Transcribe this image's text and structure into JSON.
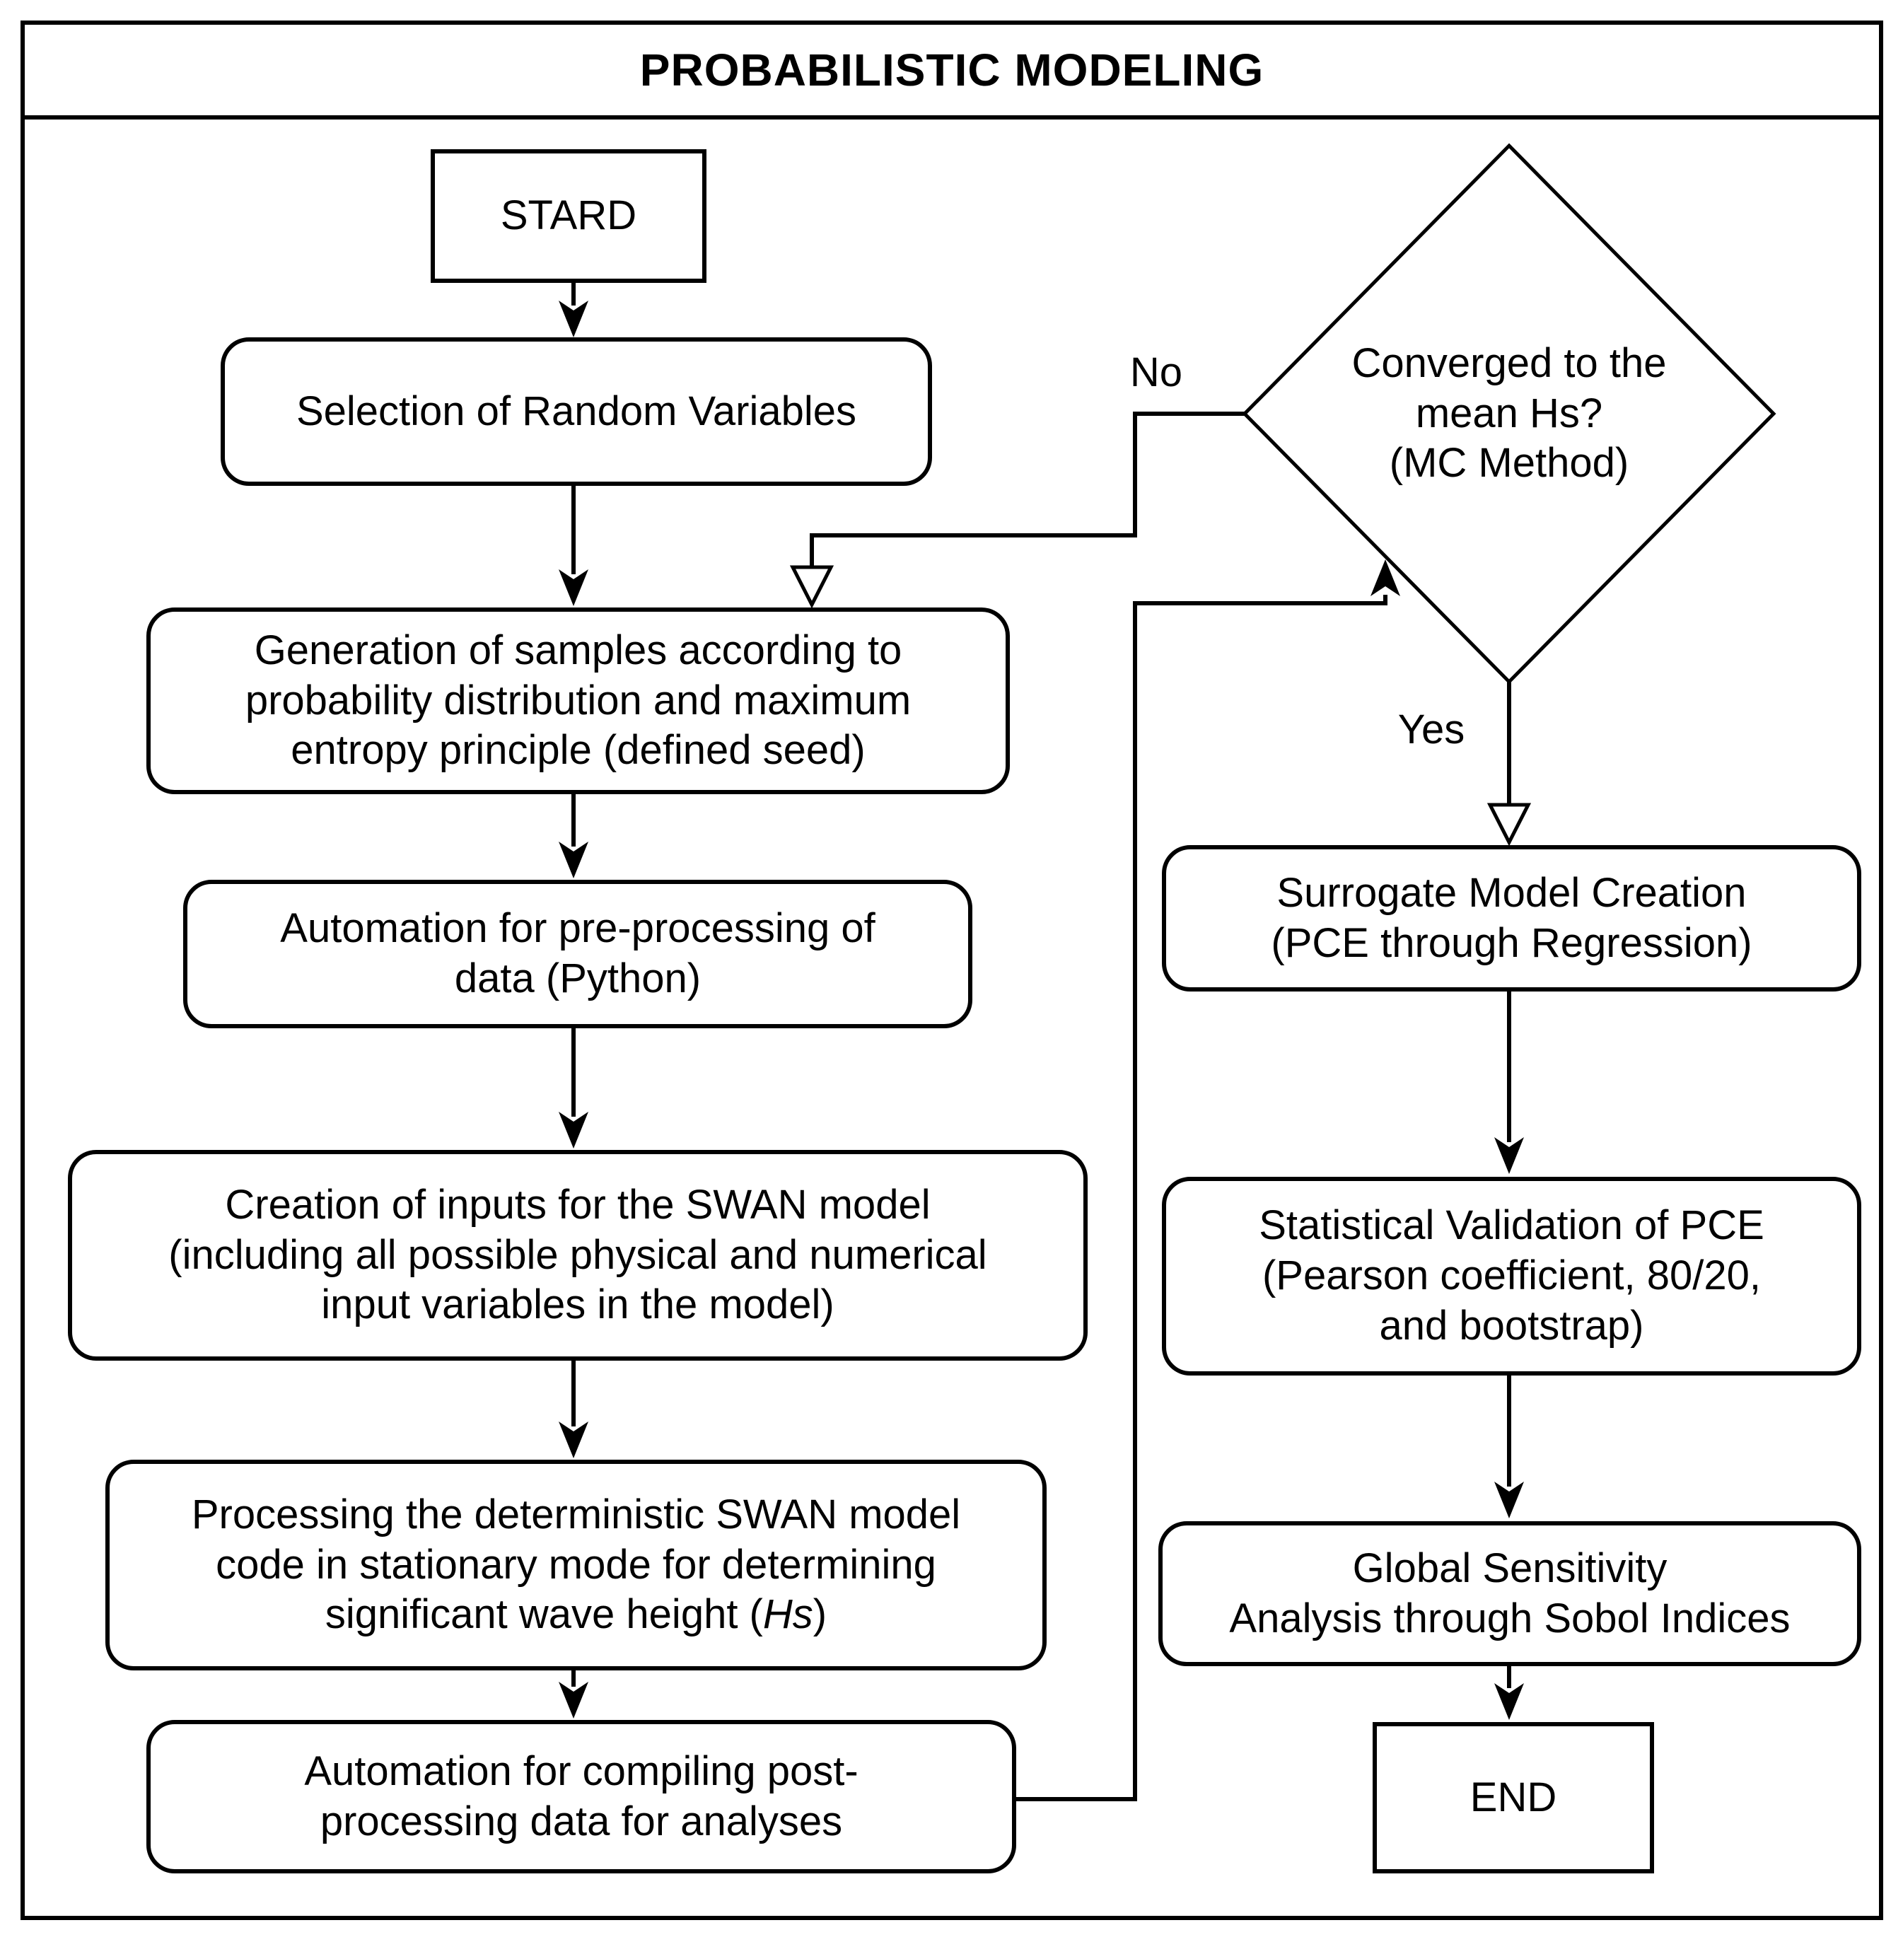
{
  "title": "PROBABILISTIC MODELING",
  "nodes": {
    "start": {
      "label": "STARD"
    },
    "selection": {
      "lines": [
        "Selection of Random Variables"
      ]
    },
    "generation": {
      "lines": [
        "Generation of samples according to",
        "probability distribution and maximum",
        "entropy principle (defined seed)"
      ]
    },
    "preprocessing": {
      "lines": [
        "Automation for pre-processing of",
        "data (Python)"
      ]
    },
    "creation": {
      "lines": [
        "Creation of inputs for the SWAN model",
        "(including all possible physical and numerical",
        "input variables in the model)"
      ]
    },
    "processing": {
      "lines": [
        "Processing the deterministic SWAN model",
        "code in stationary mode for determining"
      ],
      "line3_prefix": "significant wave height (",
      "line3_italic": "Hs",
      "line3_suffix": ")"
    },
    "compiling": {
      "lines": [
        "Automation for compiling post-",
        "processing data for analyses"
      ]
    },
    "decision": {
      "lines": [
        "Converged to the",
        "mean Hs?",
        "(MC Method)"
      ]
    },
    "surrogate": {
      "lines": [
        "Surrogate Model Creation",
        "(PCE through Regression)"
      ]
    },
    "validation": {
      "lines": [
        "Statistical Validation of PCE",
        "(Pearson coefficient, 80/20,",
        "and bootstrap)"
      ]
    },
    "sensitivity": {
      "lines": [
        "Global Sensitivity",
        "Analysis through Sobol Indices"
      ]
    },
    "end": {
      "label": "END"
    }
  },
  "edge_labels": {
    "no": "No",
    "yes": "Yes"
  },
  "colors": {
    "stroke": "#000000",
    "fill": "#ffffff"
  }
}
